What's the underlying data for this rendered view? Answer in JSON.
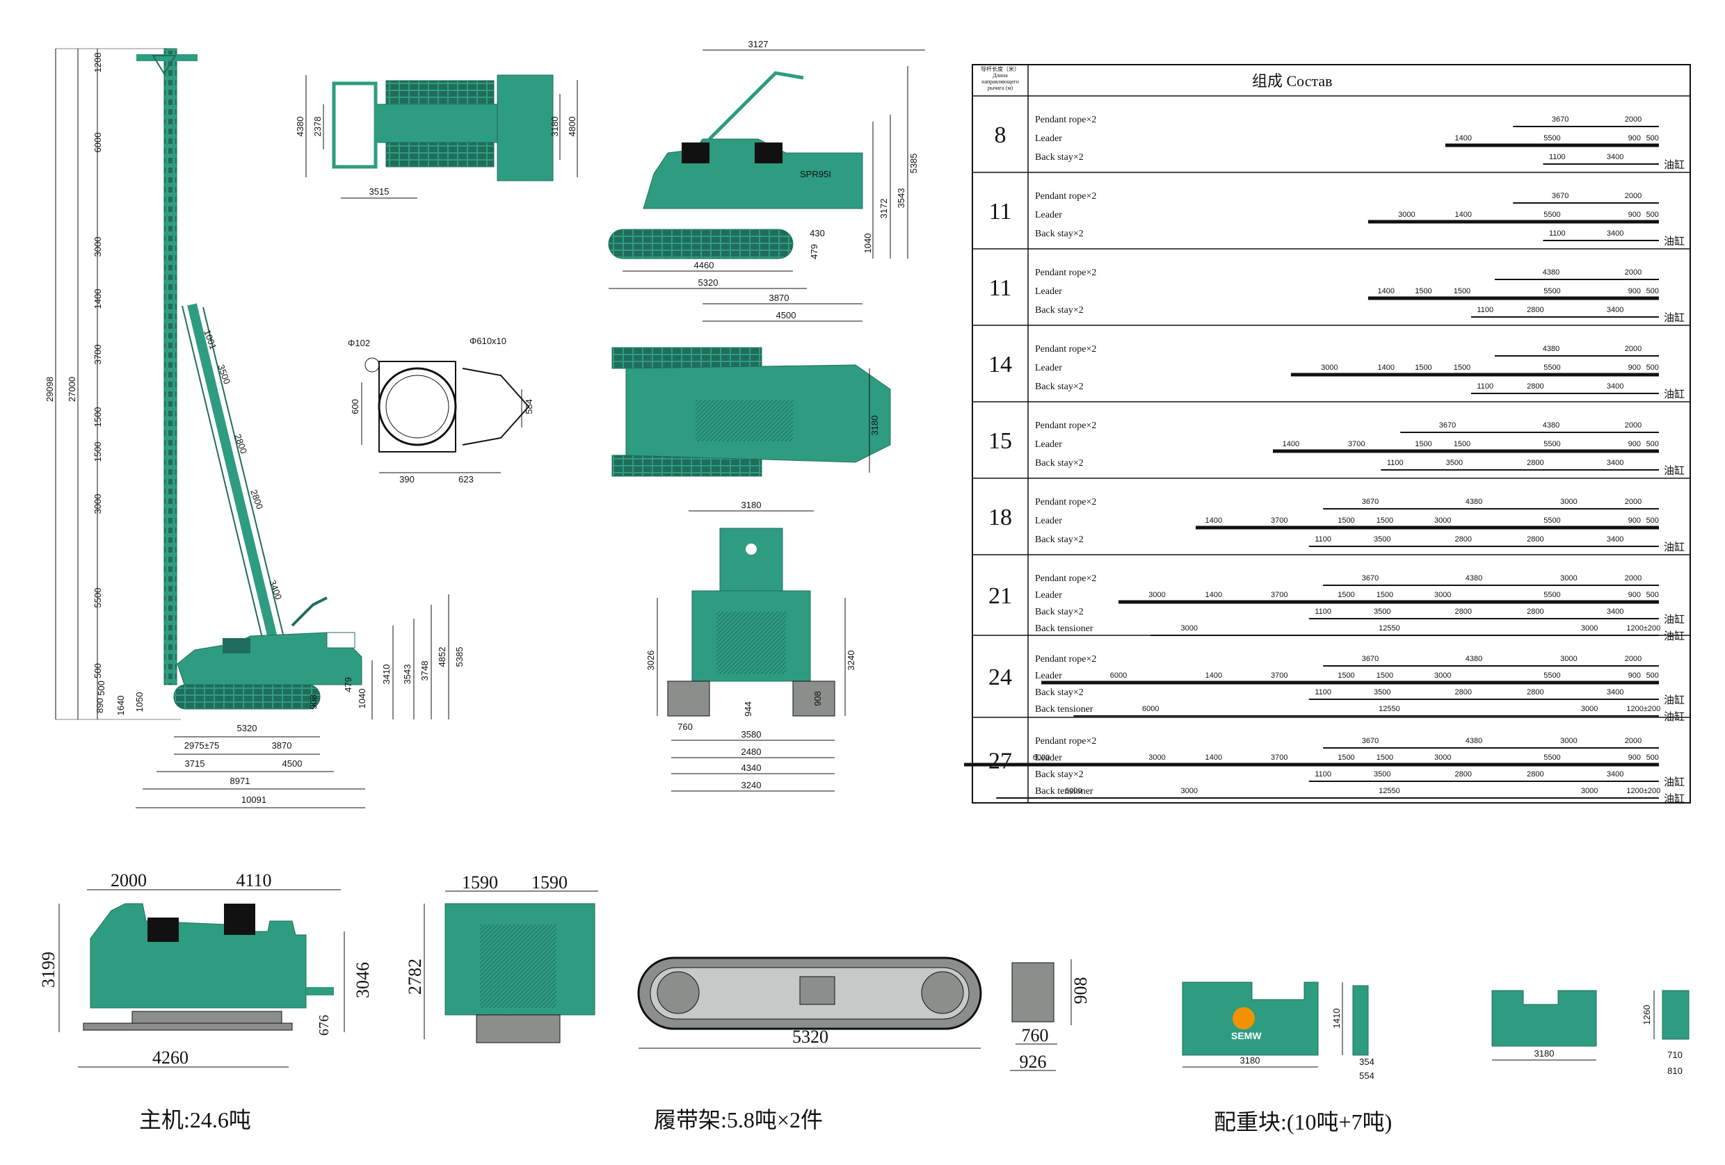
{
  "colors": {
    "machine": "#2e9c80",
    "machine_dark": "#1f6d5a",
    "line": "#111111",
    "track": "#8a8f8c"
  },
  "front_view": {
    "height_dims": [
      "1208",
      "6000",
      "3000",
      "1400",
      "3700",
      "1500",
      "1500",
      "3000",
      "5500",
      "500",
      "500",
      "890",
      "1640",
      "1050"
    ],
    "overall_dims": [
      "29098",
      "27000"
    ],
    "right_dims": [
      "479",
      "1040",
      "3410",
      "3543",
      "3748",
      "4852",
      "5385",
      "908"
    ],
    "boom_dims": [
      "1001",
      "3500",
      "2800",
      "2800",
      "3400"
    ],
    "bottom_dims": [
      "5320",
      "2975±75",
      "3870",
      "3715",
      "4500",
      "8971",
      "10091"
    ]
  },
  "top_view": {
    "dims": [
      "4380",
      "2378",
      "3180",
      "4800",
      "3515"
    ]
  },
  "side_view": {
    "model": "SPR95I",
    "dims": [
      "3127",
      "5385",
      "3543",
      "3172",
      "1040",
      "430",
      "479",
      "4460",
      "5320",
      "3870",
      "4500"
    ]
  },
  "flange": {
    "dims": [
      "Φ102",
      "Φ610x10",
      "600",
      "584",
      "390",
      "623"
    ]
  },
  "plan_view": {
    "dims": [
      "3180"
    ]
  },
  "rear_view": {
    "dims": [
      "3180",
      "3026",
      "3240",
      "908",
      "944",
      "760",
      "3580",
      "2480",
      "4340",
      "3240"
    ]
  },
  "table": {
    "header_col1": [
      "导杆长度（米）",
      "Длина",
      "направляющего",
      "рычага (м)"
    ],
    "header_col2": "组成  Состав",
    "labels": {
      "pendant": "Pendant rope×2",
      "leader": "Leader",
      "back": "Back stay×2",
      "tensioner": "Back tensioner"
    },
    "cyl": "油缸",
    "rows": [
      {
        "len": "8",
        "pendant": [
          "3670",
          "2000"
        ],
        "leader": [
          "1400",
          "5500",
          "900",
          "500"
        ],
        "back": [
          "1100",
          "3400"
        ],
        "tensioner": []
      },
      {
        "len": "11",
        "pendant": [
          "3670",
          "2000"
        ],
        "leader": [
          "3000",
          "1400",
          "5500",
          "900",
          "500"
        ],
        "back": [
          "1100",
          "3400"
        ],
        "tensioner": []
      },
      {
        "len": "11",
        "pendant": [
          "4380",
          "2000"
        ],
        "leader": [
          "1400",
          "1500",
          "1500",
          "5500",
          "900",
          "500"
        ],
        "back": [
          "1100",
          "2800",
          "3400"
        ],
        "tensioner": []
      },
      {
        "len": "14",
        "pendant": [
          "4380",
          "2000"
        ],
        "leader": [
          "3000",
          "1400",
          "1500",
          "1500",
          "5500",
          "900",
          "500"
        ],
        "back": [
          "1100",
          "2800",
          "3400"
        ],
        "tensioner": []
      },
      {
        "len": "15",
        "pendant": [
          "3670",
          "4380",
          "2000"
        ],
        "leader": [
          "1400",
          "3700",
          "1500",
          "1500",
          "5500",
          "900",
          "500"
        ],
        "back": [
          "1100",
          "3500",
          "2800",
          "3400"
        ],
        "tensioner": []
      },
      {
        "len": "18",
        "pendant": [
          "3670",
          "4380",
          "3000",
          "2000"
        ],
        "leader": [
          "1400",
          "3700",
          "1500",
          "1500",
          "3000",
          "5500",
          "900",
          "500"
        ],
        "back": [
          "1100",
          "3500",
          "2800",
          "2800",
          "3400"
        ],
        "tensioner": []
      },
      {
        "len": "21",
        "pendant": [
          "3670",
          "4380",
          "3000",
          "2000"
        ],
        "leader": [
          "3000",
          "1400",
          "3700",
          "1500",
          "1500",
          "3000",
          "5500",
          "900",
          "500"
        ],
        "back": [
          "1100",
          "3500",
          "2800",
          "2800",
          "3400"
        ],
        "tensioner": [
          "3000",
          "12550",
          "3000",
          "1200±200"
        ]
      },
      {
        "len": "24",
        "pendant": [
          "3670",
          "4380",
          "3000",
          "2000"
        ],
        "leader": [
          "6000",
          "1400",
          "3700",
          "1500",
          "1500",
          "3000",
          "5500",
          "900",
          "500"
        ],
        "back": [
          "1100",
          "3500",
          "2800",
          "2800",
          "3400"
        ],
        "tensioner": [
          "6000",
          "12550",
          "3000",
          "1200±200"
        ]
      },
      {
        "len": "27",
        "pendant": [
          "3670",
          "4380",
          "3000",
          "2000"
        ],
        "leader": [
          "6000",
          "3000",
          "1400",
          "3700",
          "1500",
          "1500",
          "3000",
          "5500",
          "900",
          "500"
        ],
        "back": [
          "1100",
          "3500",
          "2800",
          "2800",
          "3400"
        ],
        "tensioner": [
          "6000",
          "3000",
          "12550",
          "3000",
          "1200±200"
        ]
      }
    ]
  },
  "bottom": {
    "main_dims": [
      "2000",
      "4110",
      "3199",
      "3046",
      "676",
      "4260"
    ],
    "rear_dims": [
      "1590",
      "1590",
      "2782"
    ],
    "track_dims": [
      "5320",
      "908",
      "760",
      "926"
    ],
    "cw_dims": [
      "3180",
      "1410",
      "354",
      "554",
      "3180",
      "1260",
      "710",
      "810"
    ],
    "logo_text": "SEMW",
    "caption_main": "主机:24.6吨",
    "caption_track": "履带架:5.8吨×2件",
    "caption_cw": "配重块:(10吨+7吨)"
  }
}
